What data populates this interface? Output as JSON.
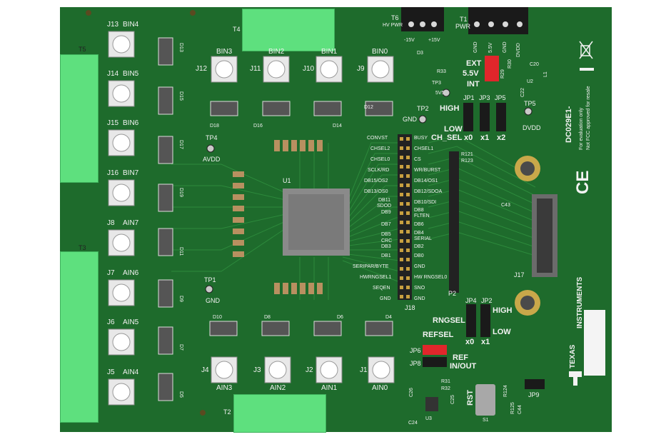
{
  "board": {
    "colors": {
      "pcb": "#1e6b2c",
      "trace": "#2d8a3c",
      "silk": "#f2f2f2",
      "terminal": "#5ee07e",
      "jumper_red": "#e0262b"
    },
    "terminals": {
      "t5": "T5",
      "t4": "T4",
      "t3": "T3",
      "t2": "T2"
    },
    "power": {
      "t6": "T6",
      "hv_pwr": "HV PWR",
      "m15": "-15V",
      "p15": "+15V",
      "t1": "T1",
      "pwr": "PWR",
      "gnd1": "GND",
      "v55": "5.5V",
      "gnd2": "GND",
      "dvdd": "DVDD"
    },
    "top_connectors": [
      {
        "ref": "J12",
        "name": "BIN3"
      },
      {
        "ref": "J11",
        "name": "BIN2"
      },
      {
        "ref": "J10",
        "name": "BIN1"
      },
      {
        "ref": "J9",
        "name": "BIN0"
      }
    ],
    "bottom_connectors": [
      {
        "ref": "J4",
        "name": "AIN3"
      },
      {
        "ref": "J3",
        "name": "AIN2"
      },
      {
        "ref": "J2",
        "name": "AIN1"
      },
      {
        "ref": "J1",
        "name": "AIN0"
      }
    ],
    "left_connectors": [
      {
        "ref": "J13",
        "name": "BIN4"
      },
      {
        "ref": "J14",
        "name": "BIN5"
      },
      {
        "ref": "J15",
        "name": "BIN6"
      },
      {
        "ref": "J16",
        "name": "BIN7"
      },
      {
        "ref": "J8",
        "name": "AIN7"
      },
      {
        "ref": "J7",
        "name": "AIN6"
      },
      {
        "ref": "J6",
        "name": "AIN5"
      },
      {
        "ref": "J5",
        "name": "AIN4"
      }
    ],
    "header_left": [
      "CONVST",
      "CHSEL2",
      "CHSEL0",
      "SCLK/RD",
      "DB15/OS2",
      "DB13/OS0",
      "DB11",
      "SDOD",
      "DB9",
      "DB7",
      "DB5",
      "CRC",
      "DB3",
      "DB1",
      "SERIPAR/BYTE",
      "HWRNGSEL1",
      "SEQEN",
      "GND"
    ],
    "header_right": [
      "BUSY",
      "CHSEL1",
      "CS",
      "WR/BURST",
      "DB14/OS1",
      "DB12/SDOA",
      "DB10/SDI",
      "DB8",
      "FLTEN",
      "DB6",
      "DB4",
      "SERIAL",
      "DB2",
      "DB0",
      "GND",
      "HW RNGSEL0",
      "SNO",
      "GND"
    ],
    "labels": {
      "u1": "U1",
      "j18": "J18",
      "j17": "J17",
      "p2": "P2",
      "tp1": "TP1",
      "tp1_gnd": "GND",
      "tp2": "TP2",
      "tp2_gnd": "GND",
      "tp3": "TP3",
      "tp4": "TP4",
      "tp4_avdd": "AVDD",
      "tp5": "TP5",
      "tp5_dvdd": "DVDD",
      "ext": "EXT",
      "v55b": "5.5V",
      "int": "INT",
      "bv5": "5V5",
      "jp1": "JP1",
      "jp3": "JP3",
      "jp5": "JP5",
      "high": "HIGH",
      "low": "LOW",
      "ch_sel": "CH_SEL",
      "x0": "x0",
      "x1": "x1",
      "x2": "x2",
      "jp4": "JP4",
      "jp2": "JP2",
      "rngsel": "RNGSEL",
      "high2": "HIGH",
      "low2": "LOW",
      "x0b": "x0",
      "x1b": "x1",
      "refsel": "REFSEL",
      "jp6": "JP6",
      "jp8": "JP8",
      "ref": "REF",
      "inout": "IN/OUT",
      "rst": "RST",
      "s1": "S1",
      "jp9": "JP9",
      "dc": "DC029E1-",
      "eval1": "For evaluation only",
      "eval2": "Not FCC approved for resale",
      "ce": "CE",
      "ti1": "TEXAS",
      "ti2": "INSTRUMENTS",
      "c43": "C43",
      "c20": "C20",
      "u2": "U2",
      "l1": "L1",
      "d3": "D3",
      "r33": "R33",
      "r30": "R30",
      "r29": "R29",
      "c22": "C22",
      "r121": "R121",
      "r123": "R123",
      "r124": "R124",
      "r125": "R125",
      "c44": "C44",
      "c26": "C26",
      "c24": "C24",
      "c25": "C25",
      "u3": "U3",
      "r31": "R31",
      "r32": "R32"
    },
    "diodes_top": [
      "D18",
      "D16",
      "D14",
      "D12"
    ],
    "diodes_bot": [
      "D10",
      "D8",
      "D6",
      "D4"
    ],
    "diodes_left": [
      "D13",
      "D15",
      "D17",
      "D19",
      "D11",
      "D9",
      "D7",
      "D5"
    ]
  }
}
